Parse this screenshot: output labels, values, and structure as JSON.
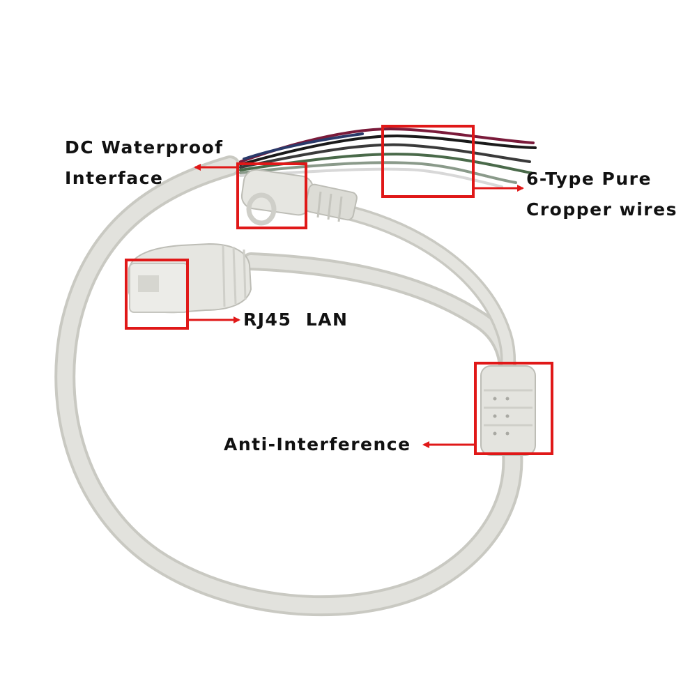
{
  "labels": {
    "dc_waterproof": {
      "line1": "DC Waterproof",
      "line2": "Interface"
    },
    "copper_wires": {
      "line1": "6-Type Pure",
      "line2": "Cropper wires"
    },
    "rj45": {
      "text": "RJ45  LAN"
    },
    "anti_interference": {
      "text": "Anti-Interference"
    }
  },
  "colors": {
    "highlight": "#e01818",
    "cable": "#dcdcd6",
    "connector": "#e4e4df",
    "text": "#111111",
    "background": "#ffffff"
  }
}
